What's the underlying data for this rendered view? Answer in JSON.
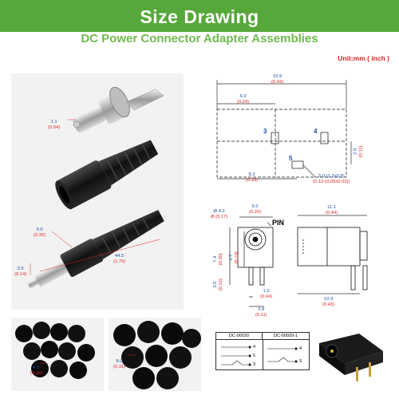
{
  "header": {
    "title": "Size Drawing",
    "subtitle": "DC Power Connector Adapter Assemblies",
    "unit": "Unit:mm ( inch )"
  },
  "photo_dims": {
    "tip": {
      "mm": "1.1",
      "inch": "(0.04)"
    },
    "plug_dia": {
      "mm": "9.0",
      "inch": "(0.35)"
    },
    "pin_dia": {
      "mm": "3.5",
      "inch": "(0.14)"
    },
    "length": {
      "mm": "44.5",
      "inch": "(1.75)"
    },
    "tube_a": {
      "mm": "4.0",
      "inch": "(0.16)"
    },
    "tube_b": {
      "mm": "8.0",
      "inch": "(0.31)"
    }
  },
  "top_drawing": {
    "width": {
      "mm": "10.9",
      "inch": "(0.43)"
    },
    "inner": {
      "mm": "6.0",
      "inch": "(0.24)"
    },
    "height": {
      "mm": "2.8",
      "inch": "(0.11)"
    },
    "bottom": {
      "mm": "8.3",
      "inch": "(0.33)"
    },
    "slot": {
      "mm": "3.0-(1.2x0.8)",
      "inch": "(0.12-(0.05x0.03))"
    },
    "pins": [
      "3",
      "4",
      "5"
    ]
  },
  "front_drawing": {
    "pin_label": "PIN",
    "dia": {
      "mm": "Ø 4.2",
      "inch": "Ø (0.17)"
    },
    "width": {
      "mm": "5.0",
      "inch": "(0.20)"
    },
    "height": {
      "mm": "7.4",
      "inch": "(0.30)"
    },
    "inner": {
      "mm": "4.7",
      "inch": "(0.19)"
    },
    "low": {
      "mm": "3.0",
      "inch": "(0.12)"
    },
    "leg_w": {
      "mm": "1.0",
      "inch": "(0.04)"
    },
    "leg_gap": {
      "mm": "2.8",
      "inch": "(0.11)"
    }
  },
  "side_drawing": {
    "top": {
      "mm": "11.1",
      "inch": "(0.44)"
    },
    "bottom": {
      "mm": "10.9",
      "inch": "(0.43)"
    }
  },
  "legend": {
    "col1": "DC-00020",
    "col2": "DC-00020-1",
    "pins_left": [
      "4",
      "5",
      "3"
    ],
    "pins_right": [
      "4",
      "3"
    ]
  }
}
